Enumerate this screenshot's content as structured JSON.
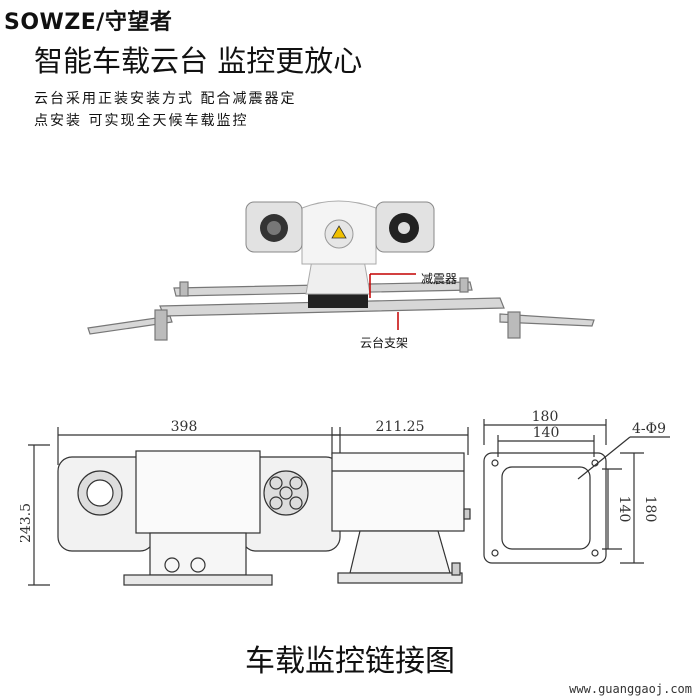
{
  "header": {
    "brand": "SOWZE/守望者",
    "headline": "智能车载云台 监控更放心",
    "description_line1": "云台采用正装安装方式 配合减震器定",
    "description_line2": "点安装 可实现全天候车载监控"
  },
  "photo": {
    "callout_damper": "减震器",
    "callout_bracket": "云台支架"
  },
  "drawings": {
    "front_width": "398",
    "front_height": "243.5",
    "side_width": "211.25",
    "base_outer_width": "180",
    "base_inner_width": "140",
    "base_hole_spec": "4-Φ9",
    "base_inner_height": "140",
    "base_outer_height": "180"
  },
  "footer": {
    "caption": "车载监控链接图",
    "watermark": "www.guanggaoj.com"
  },
  "colors": {
    "text": "#111111",
    "callout_line": "#c40000",
    "drawing_line": "#333333"
  }
}
